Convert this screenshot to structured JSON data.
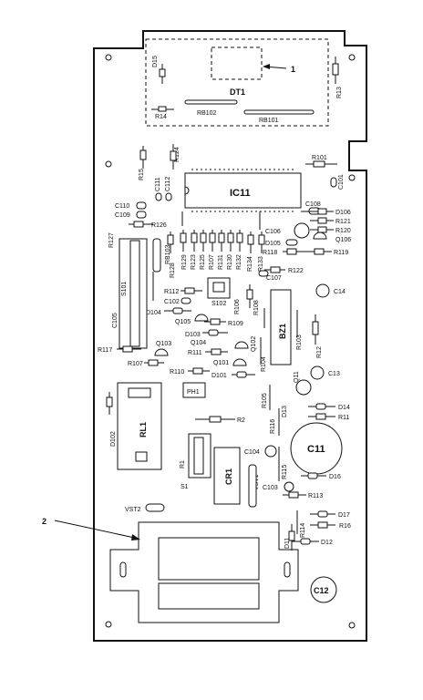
{
  "callouts": {
    "c1": "1",
    "c2": "2"
  },
  "labels": {
    "DT1": "DT1",
    "D15": "D15",
    "R13": "R13",
    "R14": "R14",
    "RB102": "RB102",
    "RB101": "RB101",
    "R15": "R15",
    "R124": "R124",
    "C111": "C111",
    "C112": "C112",
    "IC11": "IC11",
    "R101": "R101",
    "C101": "C101",
    "C108": "C108",
    "C110": "C110",
    "C109": "C109",
    "R126": "R126",
    "R127": "R127",
    "RB103": "RB103",
    "R128": "R128",
    "R129": "R129",
    "R123": "R123",
    "R125": "R125",
    "R107s": "R107",
    "R131": "R131",
    "R130": "R130",
    "R132": "R132",
    "R134": "R134",
    "R133": "R133",
    "C106": "C106",
    "D105": "D105",
    "D106": "D106",
    "R121": "R121",
    "R120": "R120",
    "Q106": "Q106",
    "R118": "R118",
    "R119": "R119",
    "C107": "C107",
    "R122": "R122",
    "S101": "S101",
    "R112": "R112",
    "C102": "C102",
    "S102": "S102",
    "R106": "R106",
    "R108": "R108",
    "C14": "C14",
    "C105": "C105",
    "D104": "D104",
    "Q105": "Q105",
    "R109": "R109",
    "D103": "D103",
    "Q104": "Q104",
    "Q103": "Q103",
    "Q102": "Q102",
    "R103": "R103",
    "BZ1": "BZ1",
    "R12": "R12",
    "R117": "R117",
    "R111": "R111",
    "R104": "R104",
    "Q101": "Q101",
    "C13": "C13",
    "R107": "R107",
    "R110": "R110",
    "D101": "D101",
    "PH1": "PH1",
    "Q11": "Q11",
    "R105": "R105",
    "D13": "D13",
    "D14": "D14",
    "R11": "R11",
    "RL1": "RL1",
    "D102": "D102",
    "R2": "R2",
    "R116": "R116",
    "C11": "C11",
    "R1": "R1",
    "C104": "C104",
    "CR1": "CR1",
    "VST1": "VST1",
    "R115": "R115",
    "D16": "D16",
    "S1": "S1",
    "C103": "C103",
    "R113": "R113",
    "VST2": "VST2",
    "D17": "D17",
    "R114": "R114",
    "R16": "R16",
    "D11": "D11",
    "D12": "D12",
    "C12": "C12"
  }
}
